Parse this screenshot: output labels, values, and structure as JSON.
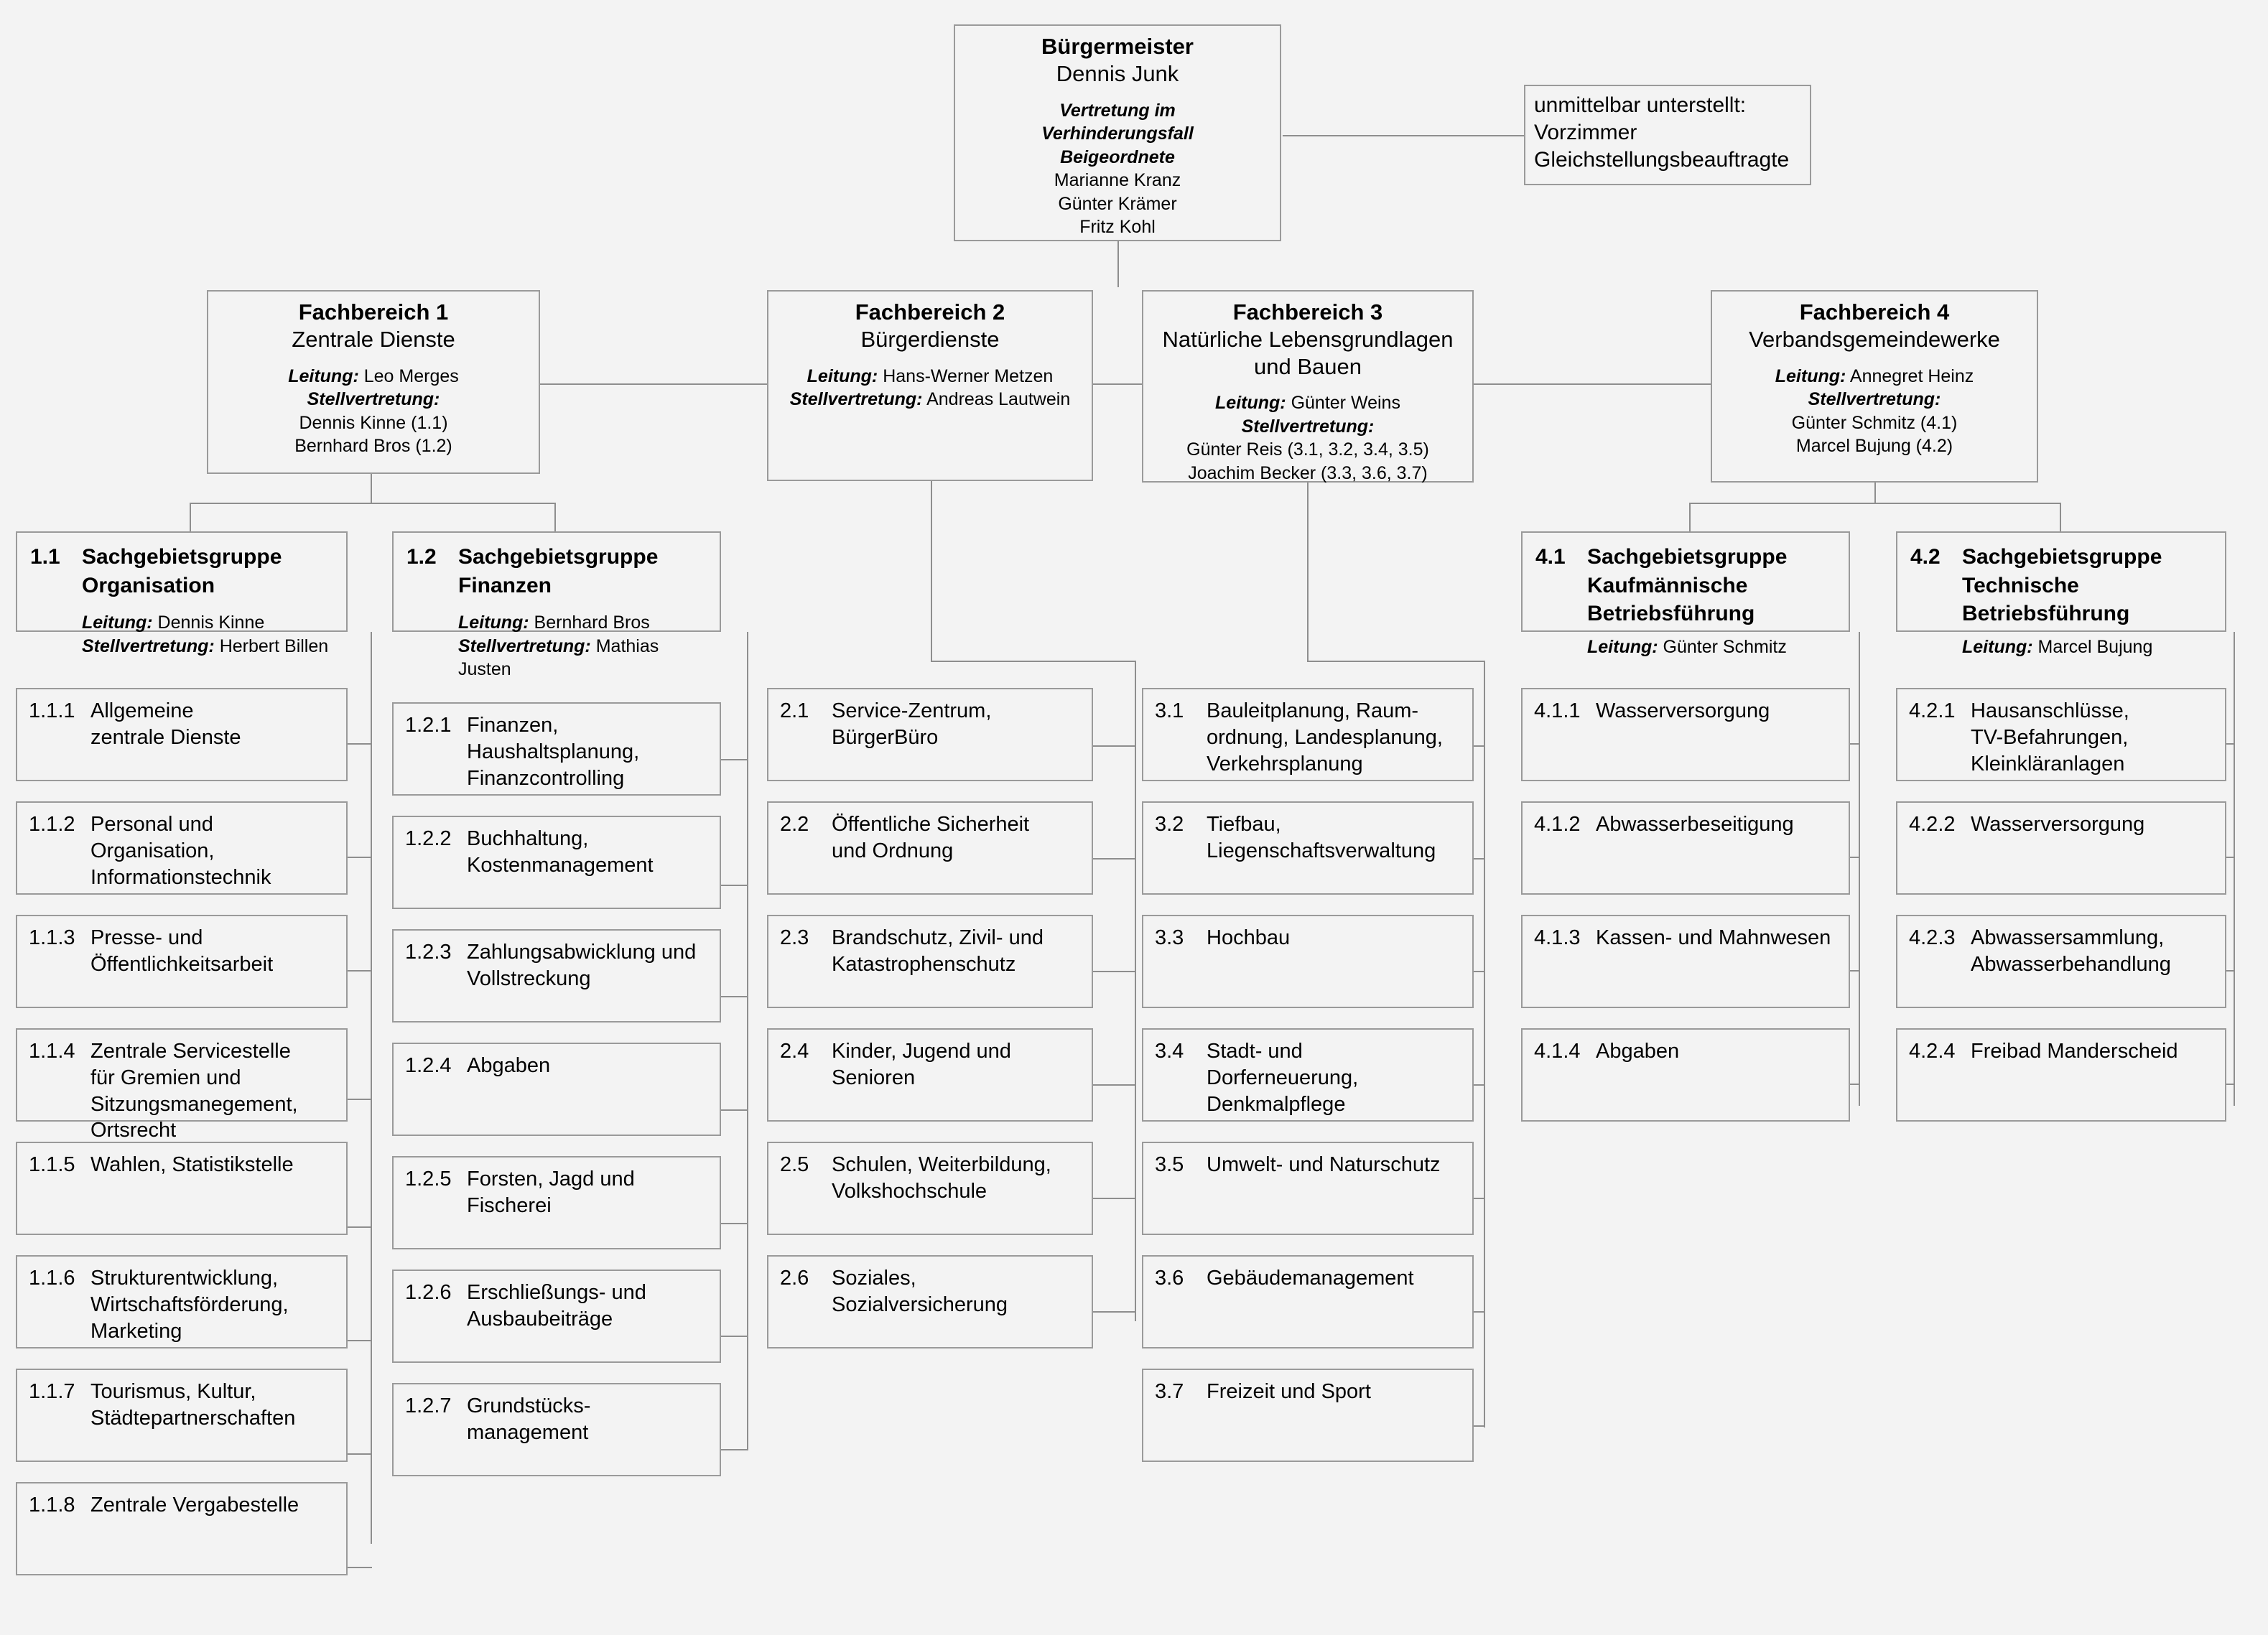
{
  "root": {
    "title": "Bürgermeister",
    "name": "Dennis Junk",
    "deputy_heading_l1": "Vertretung im",
    "deputy_heading_l2": "Verhinderungsfall",
    "deputy_heading_l3": "Beigeordnete",
    "deputies": [
      "Marianne Kranz",
      "Günter Krämer",
      "Fritz Kohl"
    ]
  },
  "direct_note": {
    "line1": "unmittelbar unterstellt:",
    "line2": "Vorzimmer",
    "line3": "Gleichstellungsbeauftragte"
  },
  "labels": {
    "leitung": "Leitung:",
    "stellvertretung": "Stellvertretung:"
  },
  "departments": [
    {
      "title": "Fachbereich 1",
      "subtitle": "Zentrale Dienste",
      "leitung": "Leo Merges",
      "stellvertretung_inline": "",
      "stellvertretung_list": [
        "Dennis Kinne (1.1)",
        "Bernhard Bros (1.2)"
      ]
    },
    {
      "title": "Fachbereich 2",
      "subtitle": "Bürgerdienste",
      "leitung": "Hans-Werner Metzen",
      "stellvertretung_inline": "Andreas Lautwein",
      "stellvertretung_list": []
    },
    {
      "title": "Fachbereich 3",
      "subtitle_l1": "Natürliche Lebensgrundlagen",
      "subtitle_l2": "und Bauen",
      "leitung": "Günter Weins",
      "stellvertretung_inline": "",
      "stellvertretung_list": [
        "Günter Reis (3.1, 3.2, 3.4, 3.5)",
        "Joachim Becker (3.3, 3.6, 3.7)"
      ]
    },
    {
      "title": "Fachbereich 4",
      "subtitle": "Verbandsgemeindewerke",
      "leitung": "Annegret Heinz",
      "stellvertretung_inline": "",
      "stellvertretung_list": [
        "Günter Schmitz (4.1)",
        "Marcel Bujung (4.2)"
      ]
    }
  ],
  "groups": [
    {
      "number": "1.1",
      "name_l1": "Sachgebietsgruppe",
      "name_l2": "Organisation",
      "name_l3": "",
      "leitung": "Dennis Kinne",
      "stellvertretung": "Herbert Billen"
    },
    {
      "number": "1.2",
      "name_l1": "Sachgebietsgruppe",
      "name_l2": "Finanzen",
      "name_l3": "",
      "leitung": "Bernhard Bros",
      "stellvertretung": "Mathias Justen"
    },
    {
      "number": "4.1",
      "name_l1": "Sachgebietsgruppe",
      "name_l2": "Kaufmännische",
      "name_l3": "Betriebsführung",
      "leitung": "Günter Schmitz",
      "stellvertretung": ""
    },
    {
      "number": "4.2",
      "name_l1": "Sachgebietsgruppe",
      "name_l2": "Technische",
      "name_l3": "Betriebsführung",
      "leitung": "Marcel Bujung",
      "stellvertretung": ""
    }
  ],
  "units": {
    "col_1_1": [
      {
        "number": "1.1.1",
        "lines": [
          "Allgemeine",
          "zentrale Dienste"
        ]
      },
      {
        "number": "1.1.2",
        "lines": [
          "Personal und",
          "Organisation,",
          "Informationstechnik"
        ]
      },
      {
        "number": "1.1.3",
        "lines": [
          "Presse- und",
          "Öffentlichkeitsarbeit"
        ]
      },
      {
        "number": "1.1.4",
        "lines": [
          "Zentrale Servicestelle",
          "für Gremien und",
          "Sitzungsmanegement,",
          "Ortsrecht"
        ]
      },
      {
        "number": "1.1.5",
        "lines": [
          "Wahlen, Statistikstelle"
        ]
      },
      {
        "number": "1.1.6",
        "lines": [
          "Strukturentwicklung,",
          "Wirtschaftsförderung,",
          "Marketing"
        ]
      },
      {
        "number": "1.1.7",
        "lines": [
          "Tourismus, Kultur,",
          "Städtepartnerschaften"
        ]
      },
      {
        "number": "1.1.8",
        "lines": [
          "Zentrale Vergabestelle"
        ]
      }
    ],
    "col_1_2": [
      {
        "number": "1.2.1",
        "lines": [
          "Finanzen,",
          "Haushaltsplanung,",
          "Finanzcontrolling"
        ]
      },
      {
        "number": "1.2.2",
        "lines": [
          "Buchhaltung,",
          "Kostenmanagement"
        ]
      },
      {
        "number": "1.2.3",
        "lines": [
          "Zahlungsabwicklung und",
          "Vollstreckung"
        ]
      },
      {
        "number": "1.2.4",
        "lines": [
          "Abgaben"
        ]
      },
      {
        "number": "1.2.5",
        "lines": [
          "Forsten, Jagd und",
          "Fischerei"
        ]
      },
      {
        "number": "1.2.6",
        "lines": [
          "Erschließungs- und",
          "Ausbaubeiträge"
        ]
      },
      {
        "number": "1.2.7",
        "lines": [
          "Grundstücks-",
          "management"
        ]
      }
    ],
    "col_2": [
      {
        "number": "2.1",
        "lines": [
          "Service-Zentrum,",
          "BürgerBüro"
        ]
      },
      {
        "number": "2.2",
        "lines": [
          "Öffentliche Sicherheit",
          "und Ordnung"
        ]
      },
      {
        "number": "2.3",
        "lines": [
          "Brandschutz, Zivil- und",
          "Katastrophenschutz"
        ]
      },
      {
        "number": "2.4",
        "lines": [
          "Kinder, Jugend und",
          "Senioren"
        ]
      },
      {
        "number": "2.5",
        "lines": [
          "Schulen, Weiterbildung,",
          "Volkshochschule"
        ]
      },
      {
        "number": "2.6",
        "lines": [
          "Soziales,",
          "Sozialversicherung"
        ]
      }
    ],
    "col_3": [
      {
        "number": "3.1",
        "lines": [
          "Bauleitplanung, Raum-",
          "ordnung, Landesplanung,",
          "Verkehrsplanung"
        ]
      },
      {
        "number": "3.2",
        "lines": [
          "Tiefbau,",
          "Liegenschaftsverwaltung"
        ]
      },
      {
        "number": "3.3",
        "lines": [
          "Hochbau"
        ]
      },
      {
        "number": "3.4",
        "lines": [
          "Stadt- und",
          "Dorferneuerung,",
          "Denkmalpflege"
        ]
      },
      {
        "number": "3.5",
        "lines": [
          "Umwelt- und Naturschutz"
        ]
      },
      {
        "number": "3.6",
        "lines": [
          "Gebäudemanagement"
        ]
      },
      {
        "number": "3.7",
        "lines": [
          "Freizeit und Sport"
        ]
      }
    ],
    "col_4_1": [
      {
        "number": "4.1.1",
        "lines": [
          "Wasserversorgung"
        ]
      },
      {
        "number": "4.1.2",
        "lines": [
          "Abwasserbeseitigung"
        ]
      },
      {
        "number": "4.1.3",
        "lines": [
          "Kassen- und Mahnwesen"
        ]
      },
      {
        "number": "4.1.4",
        "lines": [
          "Abgaben"
        ]
      }
    ],
    "col_4_2": [
      {
        "number": "4.2.1",
        "lines": [
          "Hausanschlüsse,",
          "TV-Befahrungen,",
          "Kleinkläranlagen"
        ]
      },
      {
        "number": "4.2.2",
        "lines": [
          "Wasserversorgung"
        ]
      },
      {
        "number": "4.2.3",
        "lines": [
          "Abwassersammlung,",
          "Abwasserbehandlung"
        ]
      },
      {
        "number": "4.2.4",
        "lines": [
          "Freibad Manderscheid"
        ]
      }
    ]
  },
  "colors": {
    "background": "#f3f3f3",
    "box_border": "#9a9a9a",
    "connector": "#8e8e8e",
    "text": "#000000"
  }
}
